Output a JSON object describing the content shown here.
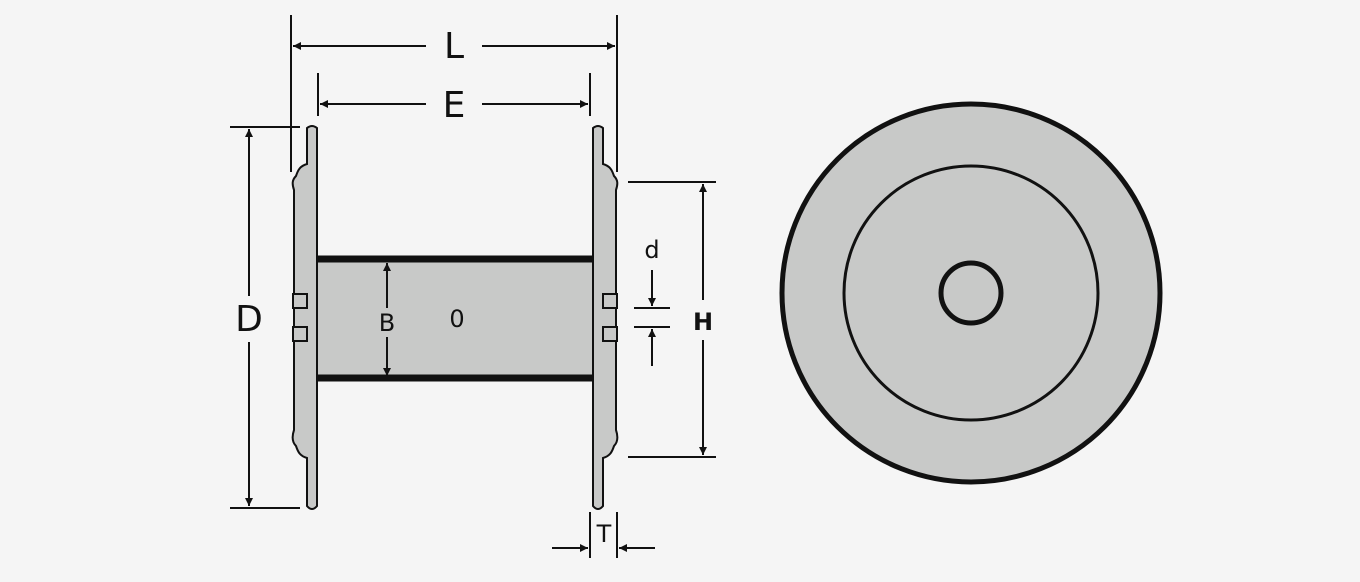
{
  "colors": {
    "background": "#f5f5f5",
    "fill": "#c8c9c8",
    "stroke": "#111111"
  },
  "labels": {
    "L": "L",
    "E": "E",
    "D": "D",
    "B": "B",
    "O": "0",
    "d": "d",
    "H": "H",
    "T": "T"
  }
}
